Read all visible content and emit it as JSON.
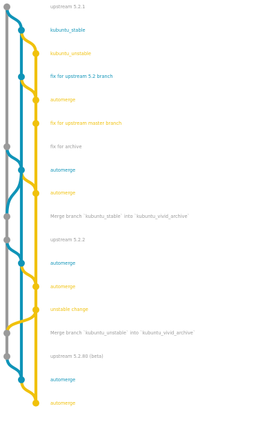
{
  "branches": [
    {
      "id": "upstream",
      "color": "#9a9a9a"
    },
    {
      "id": "stable",
      "color": "#0f94b8"
    },
    {
      "id": "unstable",
      "color": "#f0c10c"
    }
  ],
  "commits": [
    {
      "branch": "upstream",
      "message": "upstream 5.2.1"
    },
    {
      "branch": "stable",
      "message": "kubuntu_stable",
      "from": "upstream"
    },
    {
      "branch": "unstable",
      "message": "kubuntu_unstable",
      "from": "stable"
    },
    {
      "branch": "stable",
      "message": "fix for upstream 5.2 branch"
    },
    {
      "branch": "unstable",
      "message": "automerge",
      "from": "stable"
    },
    {
      "branch": "unstable",
      "message": "fix for upstream master branch"
    },
    {
      "branch": "upstream",
      "message": "fix for archive"
    },
    {
      "branch": "stable",
      "message": "automerge",
      "from": "upstream"
    },
    {
      "branch": "unstable",
      "message": "automerge",
      "from": "stable"
    },
    {
      "branch": "upstream",
      "message": "Merge branch `kubuntu_stable` into `kubuntu_vivid_archive`",
      "from": "stable"
    },
    {
      "branch": "upstream",
      "message": "upstream 5.2.2"
    },
    {
      "branch": "stable",
      "message": "automerge",
      "from": "upstream"
    },
    {
      "branch": "unstable",
      "message": "automerge",
      "from": "stable"
    },
    {
      "branch": "unstable",
      "message": "unstable change"
    },
    {
      "branch": "upstream",
      "message": "Merge branch `kubuntu_unstable` into `kubuntu_vivid_archive`",
      "from": "unstable"
    },
    {
      "branch": "upstream",
      "message": "upstream 5.2.80 (beta)"
    },
    {
      "branch": "stable",
      "message": "automerge",
      "from": "upstream"
    },
    {
      "branch": "unstable",
      "message": "automerge",
      "from": "stable"
    }
  ]
}
